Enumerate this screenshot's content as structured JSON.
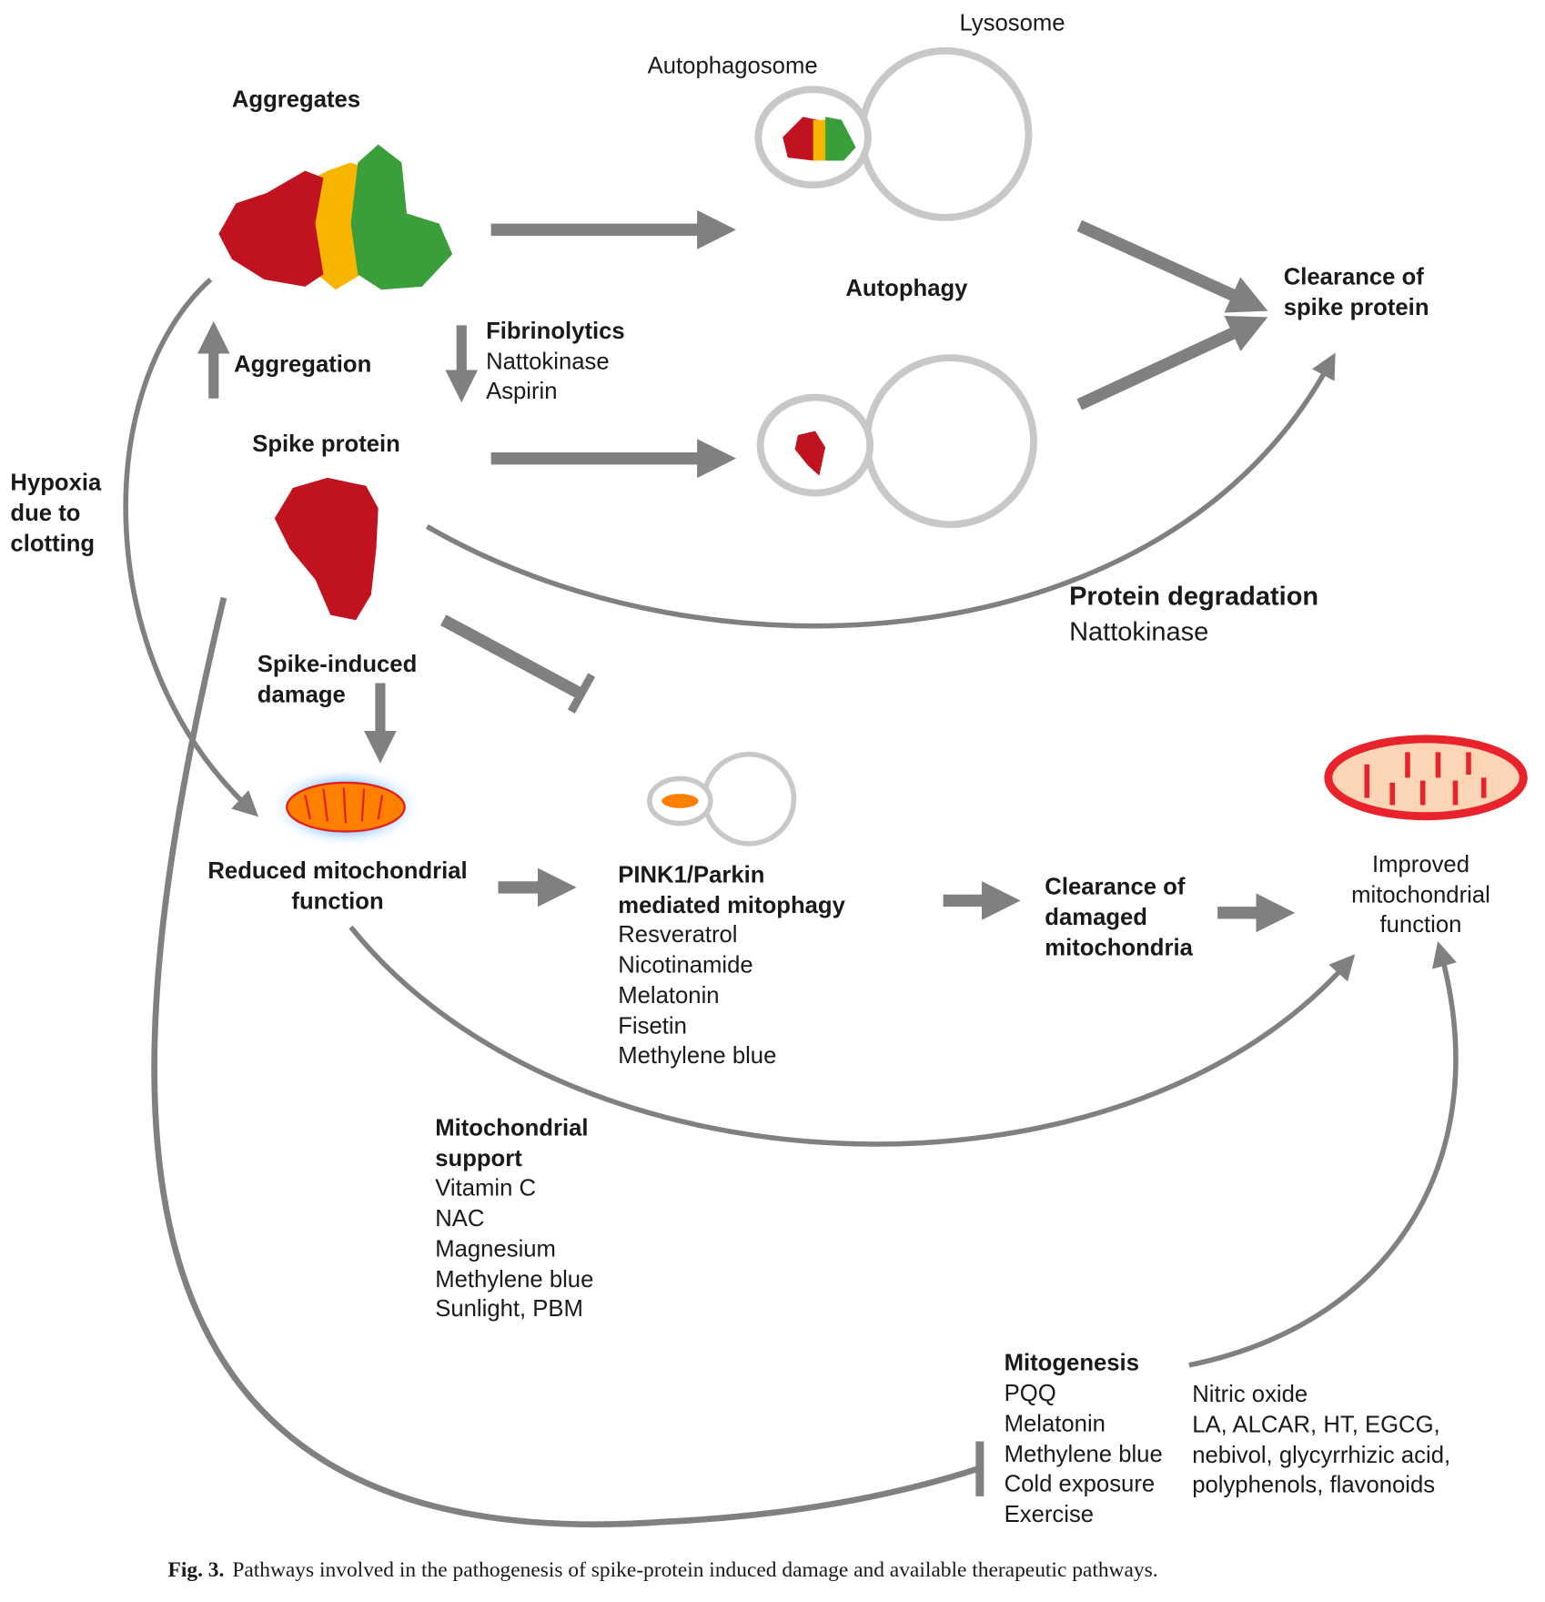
{
  "labels": {
    "lysosome": "Lysosome",
    "autophagosome": "Autophagosome",
    "aggregates": "Aggregates",
    "autophagy": "Autophagy",
    "clearance_spike": [
      "Clearance of",
      "spike protein"
    ],
    "fibrinolytics": {
      "title": "Fibrinolytics",
      "items": [
        "Nattokinase",
        "Aspirin"
      ]
    },
    "aggregation": "Aggregation",
    "spike_protein": "Spike protein",
    "hypoxia": [
      "Hypoxia",
      "due to",
      "clotting"
    ],
    "protein_degradation": {
      "title": "Protein degradation",
      "items": [
        "Nattokinase"
      ]
    },
    "spike_damage": [
      "Spike-induced",
      "damage"
    ],
    "reduced_mito": [
      "Reduced mitochondrial",
      "function"
    ],
    "pink1": {
      "title": [
        "PINK1/Parkin",
        "mediated mitophagy"
      ],
      "items": [
        "Resveratrol",
        "Nicotinamide",
        "Melatonin",
        "Fisetin",
        "Methylene blue"
      ]
    },
    "clearance_mito": [
      "Clearance of",
      "damaged",
      "mitochondria"
    ],
    "improved_mito": [
      "Improved",
      "mitochondrial",
      "function"
    ],
    "mito_support": {
      "title": [
        "Mitochondrial",
        "support"
      ],
      "items": [
        "Vitamin C",
        "NAC",
        "Magnesium",
        "Methylene blue",
        "Sunlight, PBM"
      ]
    },
    "mitogenesis": {
      "title": "Mitogenesis",
      "items": [
        "PQQ",
        "Melatonin",
        "Methylene blue",
        "Cold exposure",
        "Exercise"
      ],
      "items2": [
        "Nitric oxide",
        "LA, ALCAR, HT, EGCG,",
        "nebivol, glycyrrhizic acid,",
        "polyphenols, flavonoids"
      ]
    }
  },
  "caption": {
    "label": "Fig. 3.",
    "text": "Pathways involved in the pathogenesis of spike-protein induced damage and available therapeutic pathways."
  },
  "colors": {
    "red": "#c0121f",
    "yellow": "#f7b500",
    "green": "#3a9e3a",
    "arrow": "#808080",
    "mito_orange": "#ff7f00",
    "membrane": "#c8c8c8"
  }
}
